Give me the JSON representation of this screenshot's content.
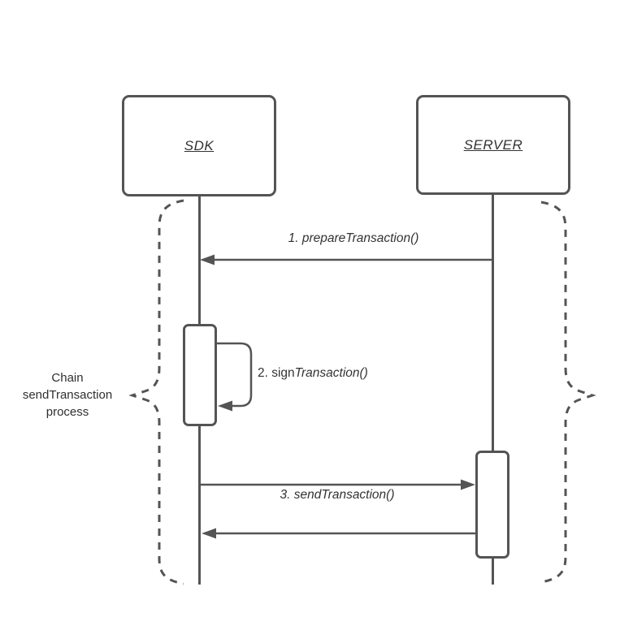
{
  "diagram_type": "uml-sequence-diagram",
  "actors": [
    {
      "label": "SDK"
    },
    {
      "label": "SERVER"
    }
  ],
  "messages": [
    {
      "label": "1. prepareTransaction()",
      "from": "SERVER",
      "to": "SDK",
      "kind": "call"
    },
    {
      "label_normal": "2. sign",
      "label_italic": "Transaction()",
      "from": "SDK",
      "to": "SDK",
      "kind": "self-call"
    },
    {
      "label": "3. sendTransaction()",
      "from": "SDK",
      "to": "SERVER",
      "kind": "call"
    },
    {
      "from": "SERVER",
      "to": "SDK",
      "kind": "return"
    }
  ],
  "annotation": {
    "line1": "Chain",
    "line2": "sendTransaction",
    "line3": "process"
  },
  "colors": {
    "stroke": "#545454",
    "text": "#333333",
    "background": "#ffffff"
  }
}
